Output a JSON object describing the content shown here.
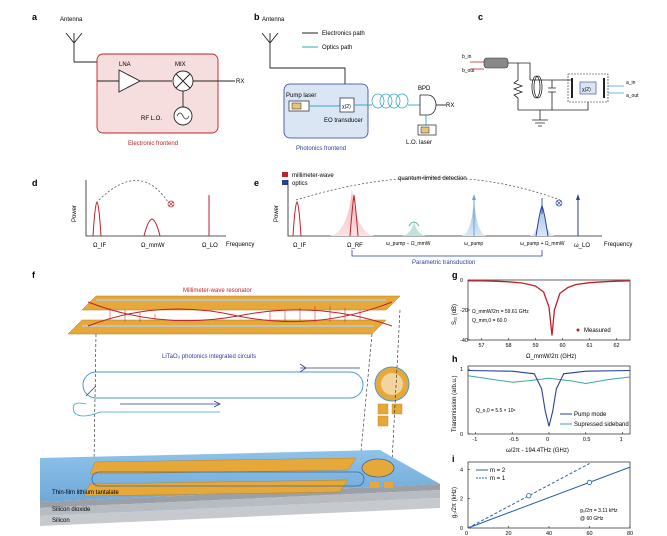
{
  "panels": {
    "a": {
      "letter": "a",
      "antenna": "Antenna",
      "lna": "LNA",
      "mix": "MIX",
      "rx": "RX",
      "rf_lo": "RF L.O.",
      "frontend": "Electronic frontend"
    },
    "b": {
      "letter": "b",
      "antenna": "Antenna",
      "legend_electronics": "Electronics path",
      "legend_optics": "Optics path",
      "pump_laser": "Pump laser",
      "eo": "EO transducer",
      "chi": "χ(2)",
      "bpd": "BPD",
      "rx": "RX",
      "lo_laser": "L.O. laser",
      "frontend": "Photonics frontend"
    },
    "c": {
      "letter": "c",
      "b_in": "b_in",
      "b_out": "b_out",
      "a_in": "a_in",
      "a_out": "a_out",
      "chi": "χ(2)"
    },
    "d": {
      "letter": "d",
      "ylabel": "Power",
      "xlabel": "Frequency",
      "omega_if": "Ω_IF",
      "omega_mmw": "Ω_mmW",
      "omega_lo": "Ω_LO"
    },
    "e": {
      "letter": "e",
      "ylabel": "Power",
      "xlabel": "Frequency",
      "legend_mm": "millimeter-wave",
      "legend_optics": "optics",
      "qld": "quantum-limited detection",
      "omega_if": "Ω_IF",
      "omega_rf": "Ω_RF",
      "w_minus": "ω_pump − Ω_mmW",
      "w_pump": "ω_pump",
      "w_plus": "ω_pump + Ω_mmW",
      "w_lo": "ω_LO",
      "parametric": "Parametric transduction"
    },
    "f": {
      "letter": "f",
      "resonator": "Millimeter-wave resonator",
      "photonics": "LiTaO₃ photonics integrated circuits",
      "layer1": "Thin-film lithium tantalate",
      "layer2": "Silicon dioxide",
      "layer3": "Silicon"
    },
    "g": {
      "letter": "g",
      "ylabel": "S₁₁ (dB)",
      "xlabel": "Ω_mmW/2π (GHz)",
      "freq_text": "Ω_mmW/2π = 59.61 GHz",
      "q_text": "Q_mm,0 = 60.0",
      "legend": "Measured",
      "xticks": [
        "57",
        "58",
        "59",
        "60",
        "61",
        "62"
      ],
      "yticks": [
        "0",
        "-20",
        "-40"
      ]
    },
    "h": {
      "letter": "h",
      "ylabel": "Transmission (arb.u.)",
      "xlabel": "ω/2π - 194.4THz (GHz)",
      "q_text": "Q_o,0 = 5.5 × 10⁶",
      "legend_pump": "Pump mode",
      "legend_sideband": "Supressed sideband",
      "xticks": [
        "-1",
        "-0.5",
        "0",
        "0.5",
        "1"
      ],
      "yticks": [
        "0",
        "1"
      ]
    },
    "i": {
      "letter": "i",
      "ylabel": "g₀/2π (kHz)",
      "xlabel": "",
      "legend_m2": "m = 2",
      "legend_m1": "m = 1",
      "g0_text": "g₀/2π = 3.11 kHz",
      "at_text": "@ 60 GHz",
      "xticks": [
        "0",
        "20",
        "40",
        "60",
        "80"
      ],
      "yticks": [
        "0",
        "2",
        "4"
      ]
    }
  },
  "colors": {
    "red": "#c0202a",
    "blue": "#2a3f9a",
    "teal": "#3aa6a0",
    "light_blue": "#6aa6d6",
    "pink_box": "#f6dede",
    "blue_box": "#dbe6f4",
    "gold": "#e7a83a"
  },
  "chart_data": [
    {
      "type": "line",
      "panel": "g",
      "xlabel": "Ω_mmW/2π (GHz)",
      "ylabel": "S₁₁ (dB)",
      "xlim": [
        56.5,
        62.5
      ],
      "ylim": [
        -40,
        0
      ],
      "series": [
        {
          "name": "Measured",
          "x": [
            56.5,
            57,
            57.5,
            58,
            58.5,
            59,
            59.3,
            59.5,
            59.61,
            59.7,
            59.9,
            60.2,
            60.5,
            61,
            61.5,
            62,
            62.5
          ],
          "y": [
            -0.5,
            -0.6,
            -0.8,
            -1.2,
            -2,
            -4,
            -8,
            -18,
            -37,
            -20,
            -9,
            -5,
            -3,
            -1.8,
            -1.2,
            -0.8,
            -0.6
          ]
        }
      ]
    },
    {
      "type": "line",
      "panel": "h",
      "xlabel": "ω/2π - 194.4THz (GHz)",
      "ylabel": "Transmission (arb.u.)",
      "xlim": [
        -1.1,
        1.1
      ],
      "ylim": [
        0,
        1.05
      ],
      "series": [
        {
          "name": "Pump mode",
          "x": [
            -1.1,
            -0.5,
            -0.2,
            -0.1,
            -0.05,
            0,
            0.05,
            0.1,
            0.2,
            0.5,
            1.1
          ],
          "y": [
            0.98,
            0.97,
            0.93,
            0.7,
            0.35,
            0.12,
            0.35,
            0.7,
            0.93,
            0.97,
            0.98
          ]
        },
        {
          "name": "Supressed sideband",
          "x": [
            -1.1,
            -0.8,
            -0.5,
            -0.3,
            0,
            0.3,
            0.5,
            0.8,
            1.1
          ],
          "y": [
            0.9,
            0.85,
            0.8,
            0.82,
            0.86,
            0.82,
            0.78,
            0.84,
            0.88
          ]
        }
      ]
    },
    {
      "type": "line",
      "panel": "i",
      "ylabel": "g₀/2π (kHz)",
      "xlim": [
        0,
        80
      ],
      "ylim": [
        0,
        4.5
      ],
      "series": [
        {
          "name": "m = 2",
          "x": [
            0,
            80
          ],
          "y": [
            0,
            4.15
          ]
        },
        {
          "name": "m = 1",
          "x": [
            0,
            60
          ],
          "y": [
            0,
            4.4
          ]
        }
      ],
      "markers": [
        {
          "x": 30,
          "y": 2.2
        },
        {
          "x": 60,
          "y": 3.11
        }
      ]
    }
  ]
}
